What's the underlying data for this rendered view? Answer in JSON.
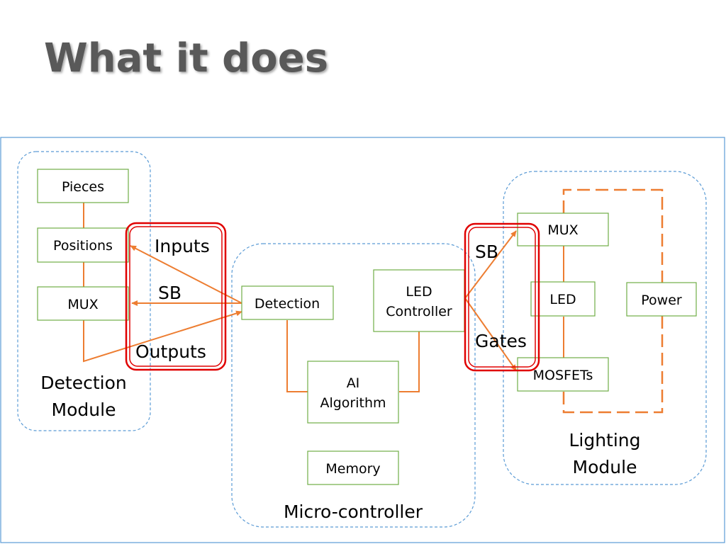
{
  "slide": {
    "title": "What it does"
  },
  "colors": {
    "title": "#595959",
    "frame": "#5B9BD5",
    "group_border": "#5B9BD5",
    "box_border": "#70AD47",
    "connector": "#ED7D31",
    "highlight": "#E00000"
  },
  "modules": {
    "detection": {
      "line1": "Detection",
      "line2": "Module"
    },
    "micro": {
      "label": "Micro-controller"
    },
    "lighting": {
      "line1": "Lighting",
      "line2": "Module"
    }
  },
  "boxes": {
    "pieces": "Pieces",
    "positions": "Positions",
    "mux_left": "MUX",
    "detection": "Detection",
    "led_controller": {
      "line1": "LED",
      "line2": "Controller"
    },
    "ai_algorithm": {
      "line1": "AI",
      "line2": "Algorithm"
    },
    "memory": "Memory",
    "mux_right": "MUX",
    "led": "LED",
    "power": "Power",
    "mosfets": "MOSFETs"
  },
  "signals": {
    "inputs": "Inputs",
    "sb_left": "SB",
    "outputs": "Outputs",
    "sb_right": "SB",
    "gates": "Gates"
  }
}
